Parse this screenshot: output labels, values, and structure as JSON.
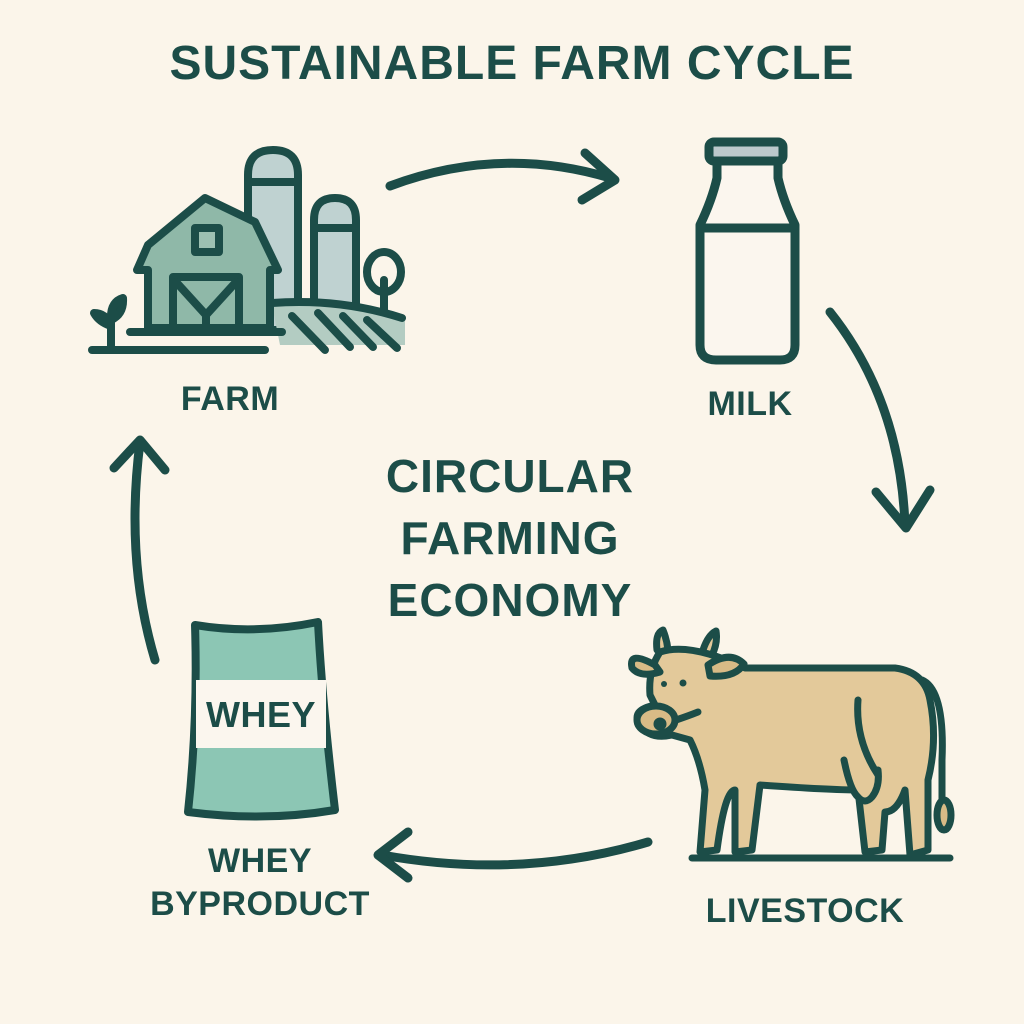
{
  "title": "SUSTAINABLE FARM CYCLE",
  "center": {
    "lines": [
      "CIRCULAR",
      "FARMING",
      "ECONOMY"
    ]
  },
  "nodes": [
    {
      "id": "farm",
      "label": "FARM",
      "icon": "barn-silo-icon"
    },
    {
      "id": "milk",
      "label": "MILK",
      "icon": "milk-bottle-icon"
    },
    {
      "id": "livestock",
      "label": "LIVESTOCK",
      "icon": "cow-icon"
    },
    {
      "id": "whey",
      "label_lines": [
        "WHEY",
        "BYPRODUCT"
      ],
      "icon": "whey-bag-icon",
      "bag_text": "WHEY"
    }
  ],
  "arrows": [
    {
      "from": "farm",
      "to": "milk"
    },
    {
      "from": "milk",
      "to": "livestock"
    },
    {
      "from": "livestock",
      "to": "whey"
    },
    {
      "from": "whey",
      "to": "farm"
    }
  ],
  "colors": {
    "background": "#fbf5ea",
    "ink": "#1c4d48",
    "barn": "#8fb8a8",
    "silo": "#bfd2d1",
    "bag": "#8cc6b4",
    "cow": "#e3c99a"
  }
}
